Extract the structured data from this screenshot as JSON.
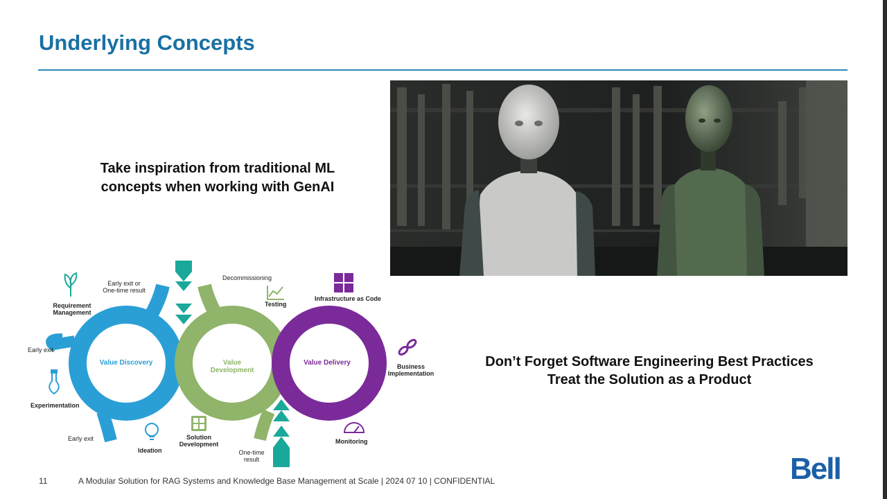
{
  "slide": {
    "title": "Underlying Concepts",
    "left_caption_line1": "Take inspiration from traditional ML",
    "left_caption_line2": "concepts when working with GenAI",
    "right_caption_line1": "Don’t Forget Software Engineering Best Practices",
    "right_caption_line2": "Treat the Solution as a Product"
  },
  "diagram": {
    "centers": {
      "discovery": "Value Discovery",
      "development": "Value Development",
      "delivery": "Value Delivery"
    },
    "labels": {
      "requirement": "Requirement Management",
      "early_exit_top": "Early exit or One-time result",
      "early_exit_left": "Early exit",
      "experimentation": "Experimentation",
      "early_exit_bottom": "Early exit",
      "ideation": "Ideation",
      "solution_dev": "Solution Development",
      "one_time": "One-time result",
      "decommissioning": "Decommissioning",
      "testing": "Testing",
      "iac": "Infrastructure as Code",
      "business_impl": "Business Implementation",
      "monitoring": "Monitoring"
    },
    "icons": [
      "plant-icon",
      "flask-icon",
      "lightbulb-icon",
      "calculator-icon",
      "chart-icon",
      "puzzle-icon",
      "link-icon",
      "gauge-icon"
    ],
    "colors": {
      "discovery": "#2a9fd6",
      "development": "#8fb46a",
      "delivery": "#7b2a9a",
      "arrow": "#1aa89a"
    }
  },
  "footer": {
    "page_number": "11",
    "text": "A Modular Solution for RAG Systems and Knowledge Base Management at Scale | 2024 07 10 | CONFIDENTIAL",
    "logo": "Bell"
  }
}
